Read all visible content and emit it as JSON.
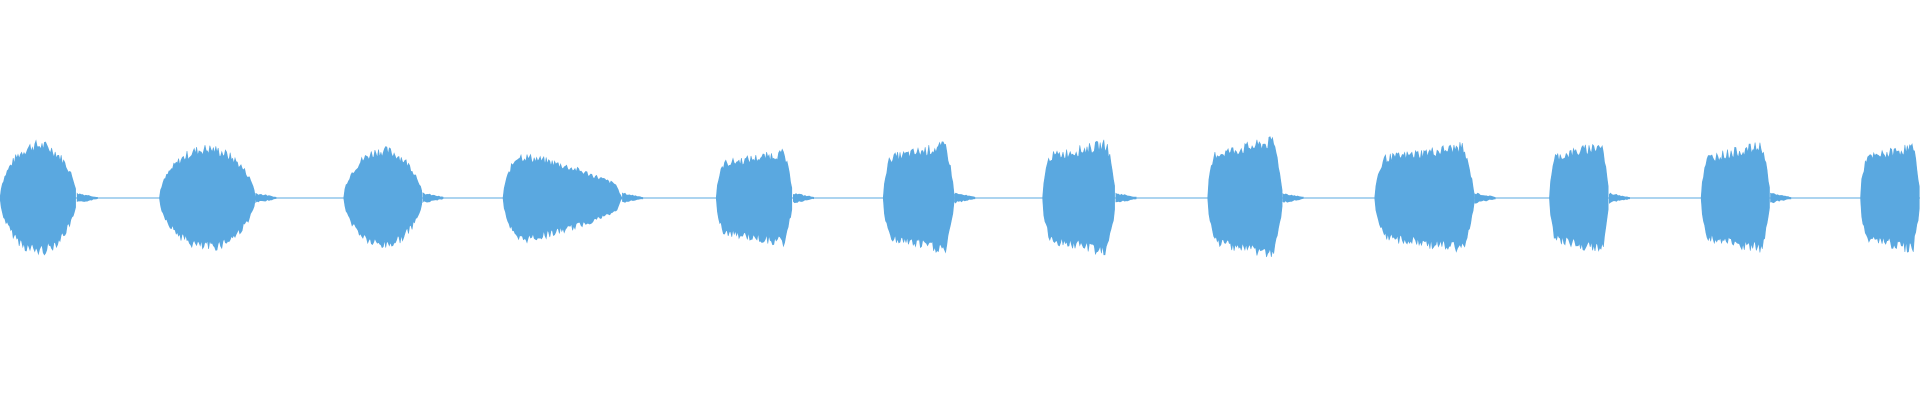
{
  "waveform": {
    "color": "#5aa8e0",
    "background": "#ffffff",
    "bursts": [
      {
        "start": 0.0,
        "end": 0.04,
        "peak": 0.56,
        "shape": "dome"
      },
      {
        "start": 0.083,
        "end": 0.133,
        "peak": 0.52,
        "shape": "dome"
      },
      {
        "start": 0.179,
        "end": 0.22,
        "peak": 0.5,
        "shape": "dome"
      },
      {
        "start": 0.262,
        "end": 0.324,
        "peak": 0.46,
        "shape": "taper"
      },
      {
        "start": 0.373,
        "end": 0.413,
        "peak": 0.49,
        "shape": "rise"
      },
      {
        "start": 0.46,
        "end": 0.497,
        "peak": 0.57,
        "shape": "rise"
      },
      {
        "start": 0.543,
        "end": 0.581,
        "peak": 0.59,
        "shape": "rise"
      },
      {
        "start": 0.629,
        "end": 0.668,
        "peak": 0.62,
        "shape": "rise"
      },
      {
        "start": 0.716,
        "end": 0.768,
        "peak": 0.56,
        "shape": "rise"
      },
      {
        "start": 0.807,
        "end": 0.838,
        "peak": 0.58,
        "shape": "rise"
      },
      {
        "start": 0.886,
        "end": 0.922,
        "peak": 0.57,
        "shape": "rise"
      },
      {
        "start": 0.969,
        "end": 1.0,
        "peak": 0.56,
        "shape": "rise"
      }
    ],
    "baseline_level": 0.01
  }
}
